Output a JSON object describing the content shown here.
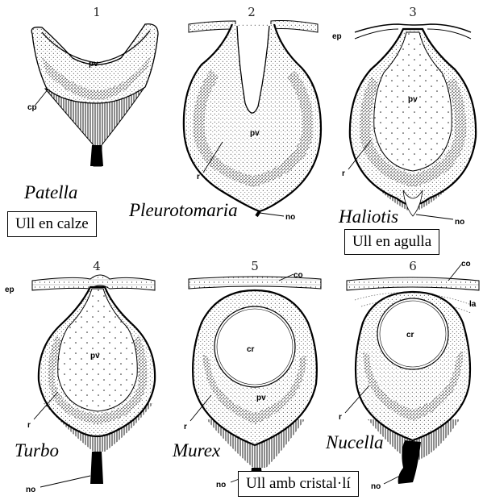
{
  "panels": [
    {
      "number": "1",
      "genus": "Patella",
      "labels": [
        "pv",
        "cp"
      ]
    },
    {
      "number": "2",
      "genus": "Pleurotomaria",
      "labels": [
        "pv",
        "r",
        "no"
      ]
    },
    {
      "number": "3",
      "genus": "Haliotis",
      "labels": [
        "ep",
        "pv",
        "r",
        "no"
      ]
    },
    {
      "number": "4",
      "genus": "Turbo",
      "labels": [
        "ep",
        "pv",
        "r",
        "no"
      ]
    },
    {
      "number": "5",
      "genus": "Murex",
      "labels": [
        "co",
        "cr",
        "pv",
        "r",
        "no"
      ]
    },
    {
      "number": "6",
      "genus": "Nucella",
      "labels": [
        "co",
        "la",
        "cr",
        "r",
        "no"
      ]
    }
  ],
  "captions": {
    "cup": "Ull en calze",
    "pinhole": "Ull en agulla",
    "lens": "Ull amb cristal·lí"
  }
}
